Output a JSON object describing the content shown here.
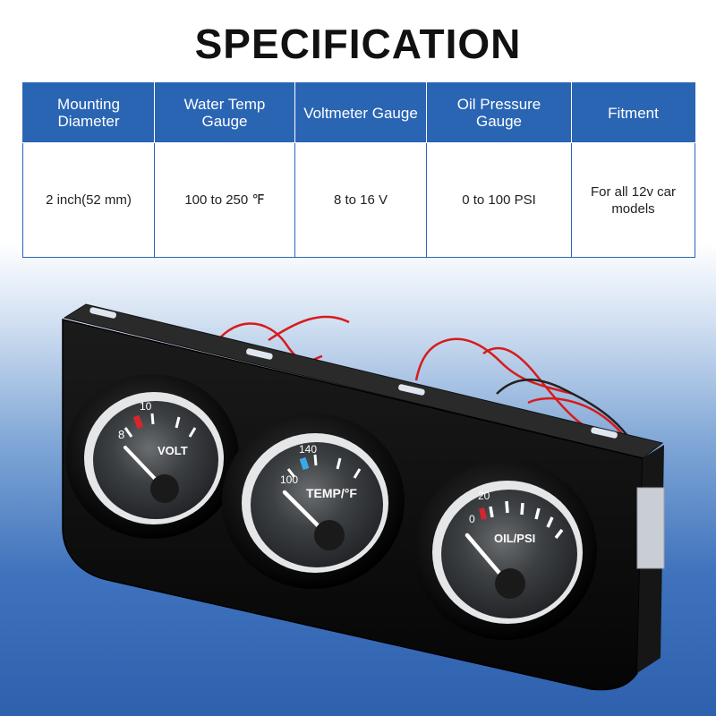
{
  "title": "SPECIFICATION",
  "table": {
    "headers": [
      "Mounting Diameter",
      "Water Temp Gauge",
      "Voltmeter Gauge",
      "Oil Pressure Gauge",
      "Fitment"
    ],
    "values": [
      "2 inch(52 mm)",
      "100 to 250 ℉",
      "8 to 16 V",
      "0 to 100 PSI",
      "For all 12v car models"
    ]
  },
  "gauges": {
    "volt": {
      "label": "VOLT",
      "ticks": [
        "8",
        "10"
      ]
    },
    "temp": {
      "label": "TEMP/°F",
      "ticks": [
        "100",
        "140"
      ]
    },
    "oil": {
      "label": "OIL/PSI",
      "ticks": [
        "0",
        "20"
      ]
    }
  },
  "colors": {
    "accent": "#2a65b4",
    "needle": "#ffffff",
    "volt_marker": "#d7262b",
    "temp_marker": "#3aa8e8",
    "oil_marker": "#d7262b",
    "wire_red": "#d81b1b"
  }
}
